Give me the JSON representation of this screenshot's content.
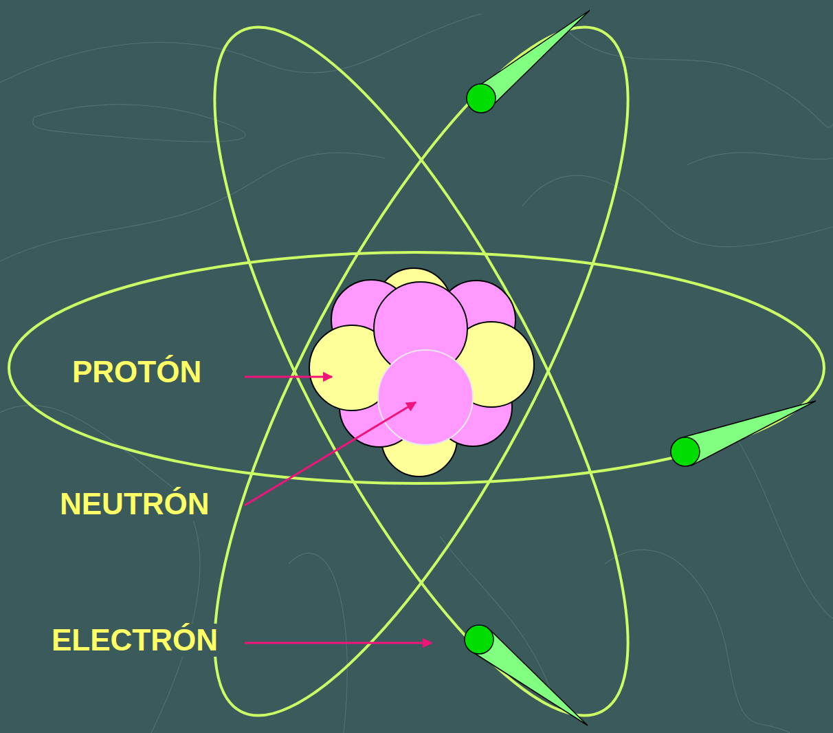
{
  "diagram": {
    "labels": [
      "PROTÓN",
      "NEUTRÓN",
      "ELECTRÓN"
    ]
  }
}
